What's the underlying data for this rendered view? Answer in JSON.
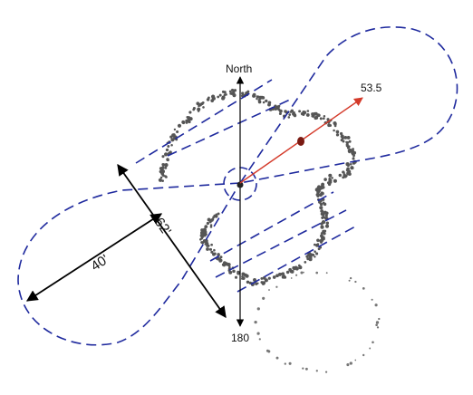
{
  "diagram": {
    "north_label": "North",
    "south_label": "180",
    "bearing_label": "53.5",
    "dimension_40": "40'",
    "dimension_62": "62'",
    "colors": {
      "outline": "#1f2a9e",
      "bearing_line": "#d43a2a",
      "dots": "#555555",
      "axis": "#000000"
    }
  }
}
